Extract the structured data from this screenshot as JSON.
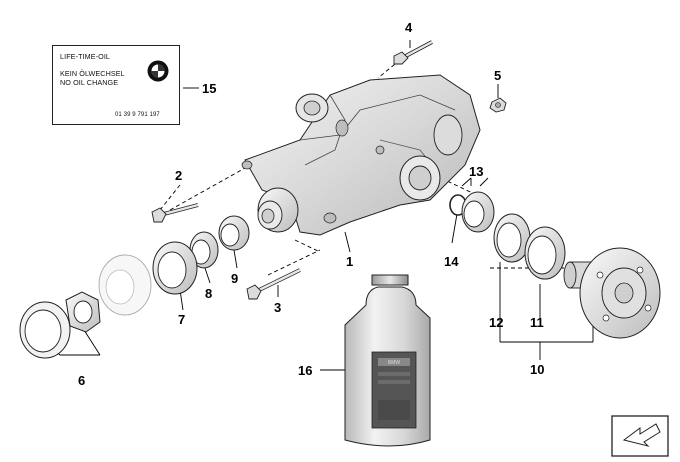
{
  "oil_label": {
    "line1": "LIFE-TIME-OIL",
    "line2": "KEIN ÖLWECHSEL",
    "line3": "NO OIL CHANGE",
    "part_code": "01 39 9 791 197",
    "brand_logo": "bmw-roundel-logo"
  },
  "bottle_label": {
    "brand_text": "BMW"
  },
  "callouts": [
    "1",
    "2",
    "3",
    "4",
    "5",
    "6",
    "7",
    "8",
    "9",
    "10",
    "11",
    "12",
    "13",
    "14",
    "15",
    "16"
  ],
  "nav_icon": "arrow-icon"
}
